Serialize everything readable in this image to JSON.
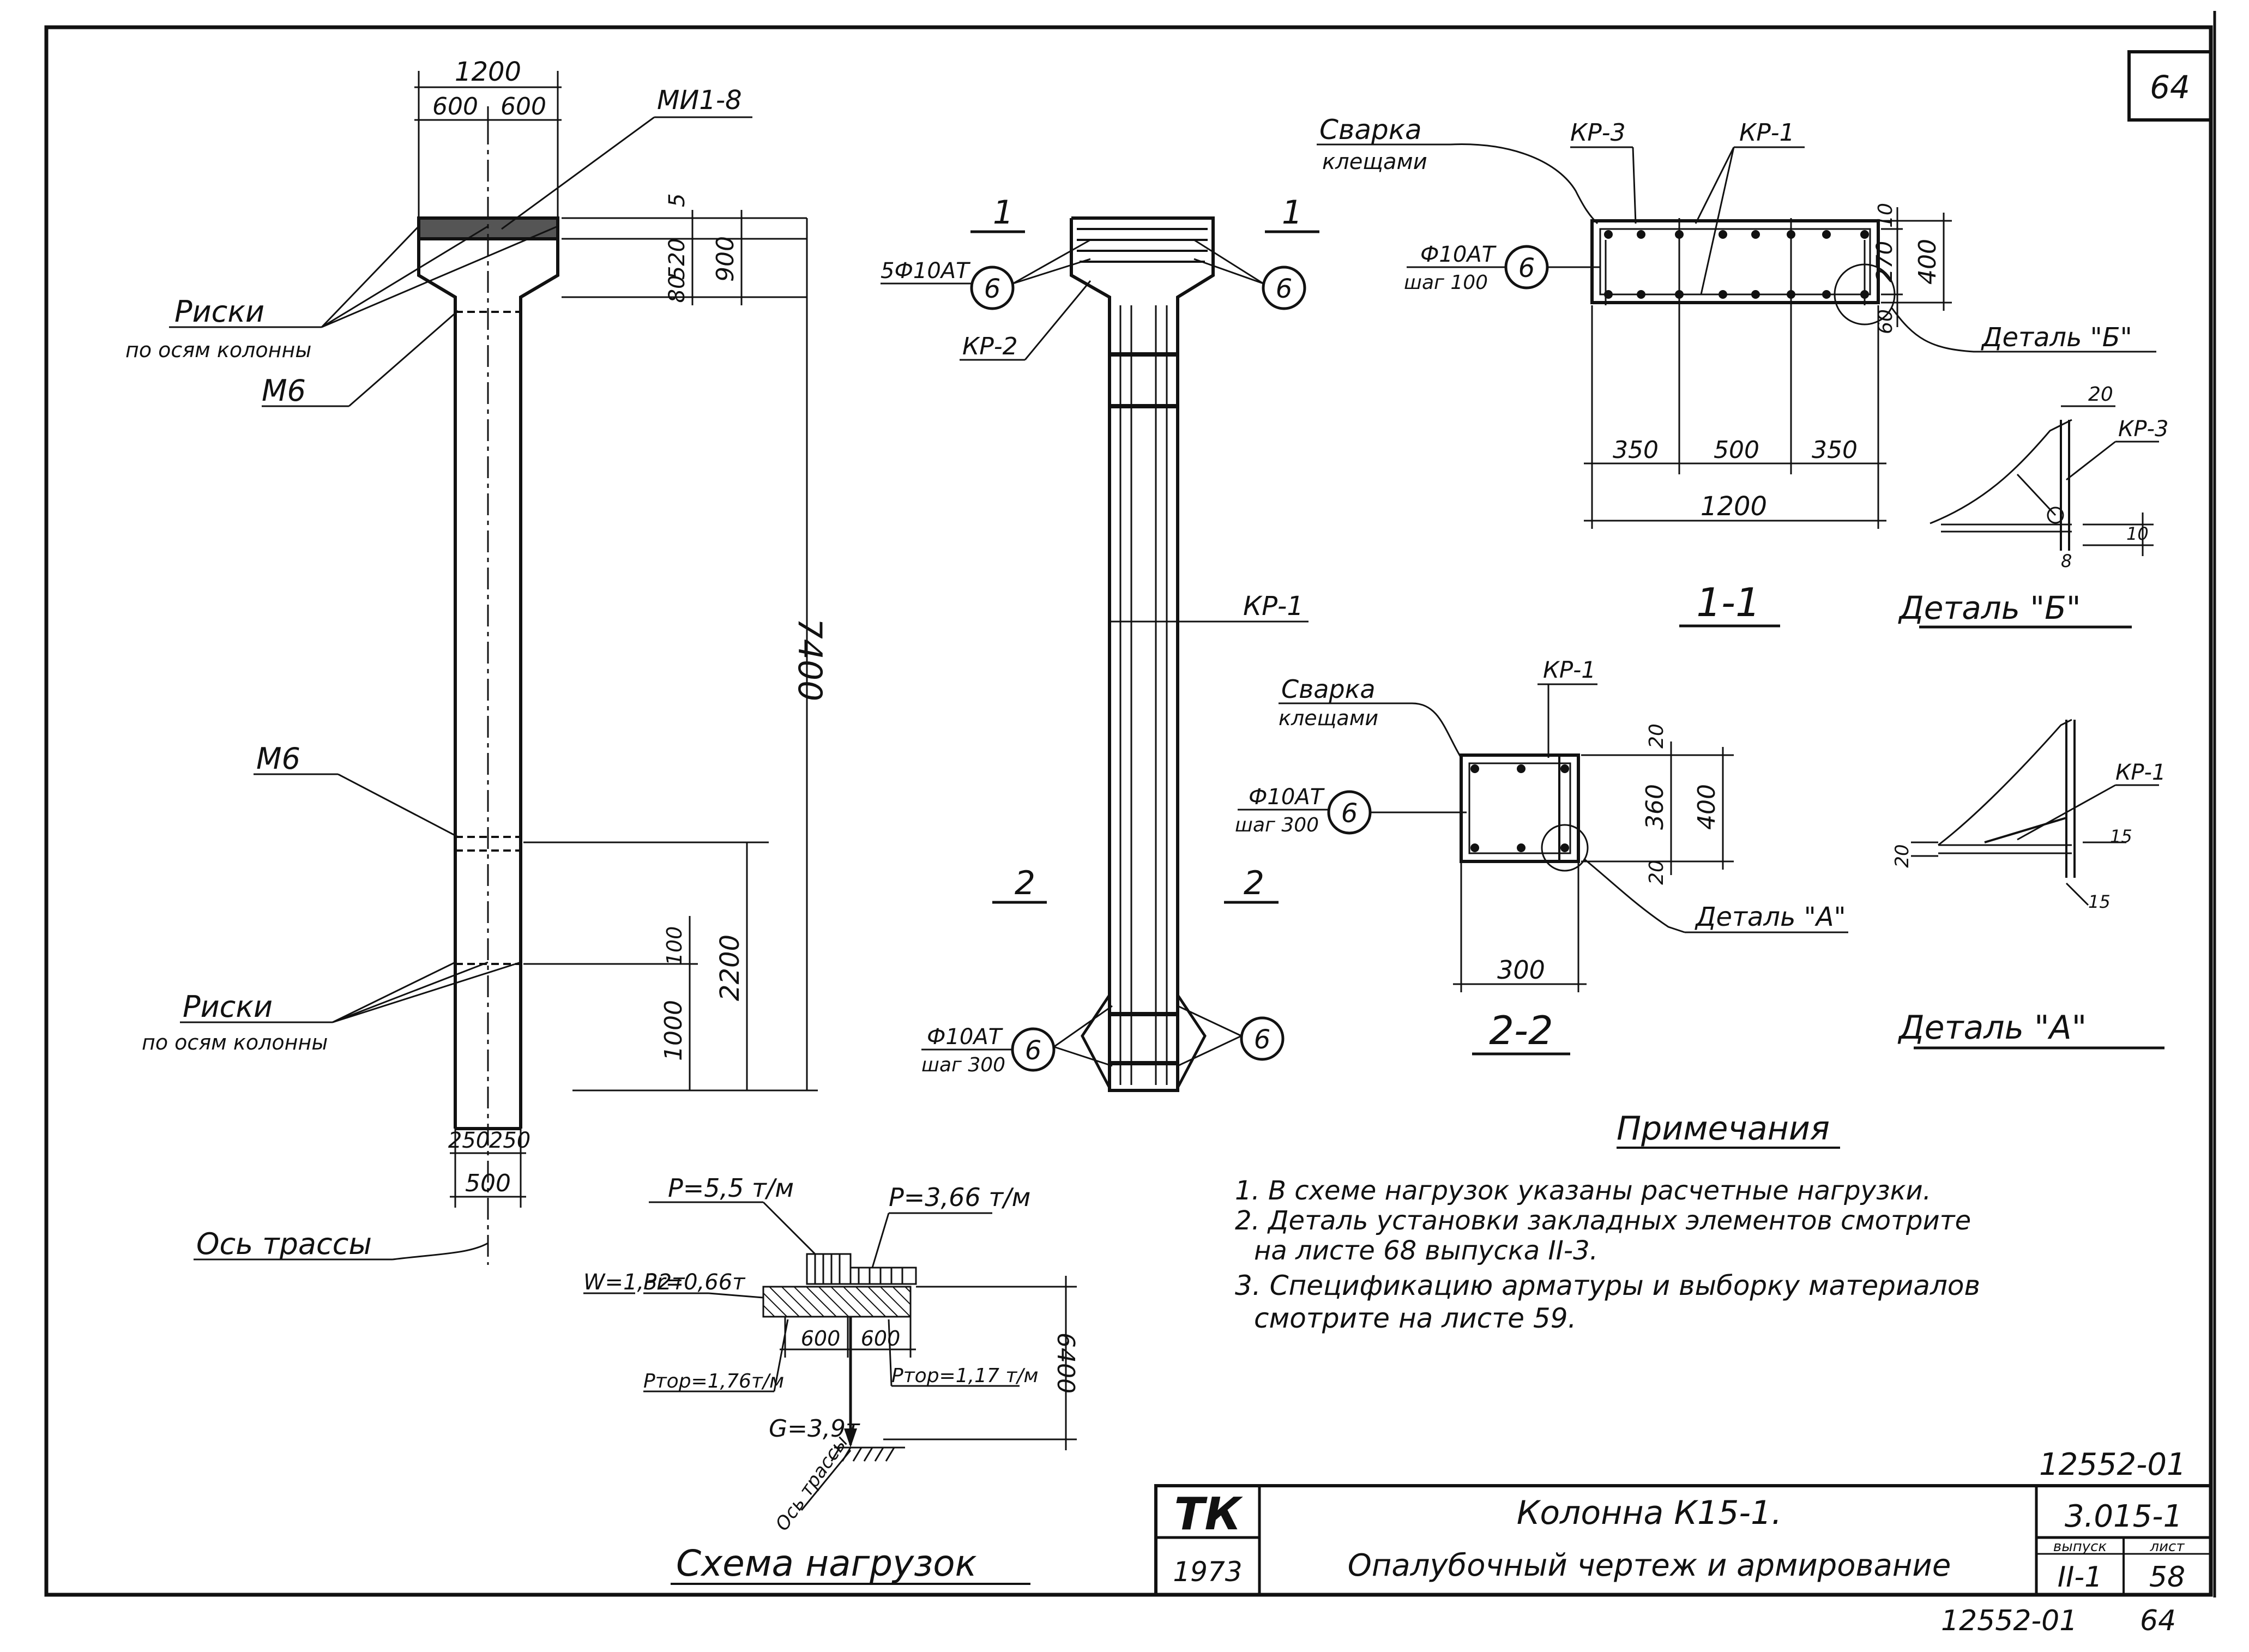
{
  "sheet_number": "64",
  "bottom_code": "12552-01",
  "bottom_sheet": "64",
  "column_elevation": {
    "dim_top_total": "1200",
    "dim_top_left": "600",
    "dim_top_right": "600",
    "label_plate": "МИ1-8",
    "dim_head_a": "5",
    "dim_head_b": "520",
    "dim_head_c": "80",
    "dim_head_total": "900",
    "label_risks_top": "Риски",
    "label_risks_top_sub": "по осям колонны",
    "label_m6_top": "М6",
    "dim_height": "7400",
    "label_m6_mid": "М6",
    "dim_100": "100",
    "dim_1000": "1000",
    "dim_2200": "2200",
    "label_risks_bottom": "Риски",
    "label_risks_bottom_sub": "по осям колонны",
    "dim_base_left": "250",
    "dim_base_right": "250",
    "dim_base_total": "500",
    "label_axis": "Ось трассы"
  },
  "reinforcement": {
    "sec_mark": "1",
    "label_rebar_top": "5Ф10АТ",
    "circle": "6",
    "label_kr2": "КР-2",
    "label_kr1": "КР-1",
    "sec2_mark": "2",
    "label_rebar_bottom": "Ф10АТ",
    "label_step_bottom": "шаг 300"
  },
  "section_1_1": {
    "label_weld": "Сварка",
    "label_weld_sub": "клещами",
    "label_kr3": "КР-3",
    "label_kr1": "КР-1",
    "label_rebar": "Ф10АТ",
    "label_step": "шаг 100",
    "dim_10": "10",
    "dim_270": "270",
    "dim_60": "60",
    "dim_400": "400",
    "dim_350a": "350",
    "dim_500": "500",
    "dim_350b": "350",
    "dim_1200": "1200",
    "title": "1-1",
    "detail_ref": "Деталь \"Б\""
  },
  "detail_b": {
    "dim_20": "20",
    "label_kr3": "КР-3",
    "dim_10": "10",
    "dim_8": "8",
    "title": "Деталь \"Б\""
  },
  "section_2_2": {
    "label_weld": "Сварка",
    "label_weld_sub": "клещами",
    "label_kr1": "КР-1",
    "label_rebar": "Ф10АТ",
    "label_step": "шаг 300",
    "dim_20a": "20",
    "dim_360": "360",
    "dim_20b": "20",
    "dim_400": "400",
    "dim_300": "300",
    "title": "2-2",
    "detail_ref": "Деталь \"А\""
  },
  "detail_a": {
    "label_kr1": "КР-1",
    "dim_20": "20",
    "dim_15a": "15",
    "dim_15b": "15",
    "title": "Деталь \"А\""
  },
  "notes": {
    "heading": "Примечания",
    "n1": "1. В схеме нагрузок указаны расчетные нагрузки.",
    "n2a": "2. Деталь установки закладных элементов смотрите",
    "n2b": "на листе 68 выпуска II-3.",
    "n3a": "3. Спецификацию арматуры и выборку материалов",
    "n3b": "смотрите на листе 59."
  },
  "load_scheme": {
    "p1": "P=5,5 т/м",
    "p2": "P=3,66 т/м",
    "w": "W=1,32т",
    "pr": "Pr=0,66т",
    "dim_600a": "600",
    "dim_600b": "600",
    "ptop1": "Pтор=1,76т/м",
    "ptop2": "Pтор=1,17 т/м",
    "dim_6400": "6400",
    "g": "G=3,9т",
    "axis": "Ось трассы",
    "title": "Схема нагрузок"
  },
  "title_block": {
    "code": "12552-01",
    "org": "ТК",
    "year": "1973",
    "title1": "Колонна К15-1.",
    "title2": "Опалубочный чертеж и армирование",
    "series": "3.015-1",
    "issue_label": "выпуск",
    "issue_value": "II-1",
    "sheet_label": "лист",
    "sheet_value": "58"
  }
}
